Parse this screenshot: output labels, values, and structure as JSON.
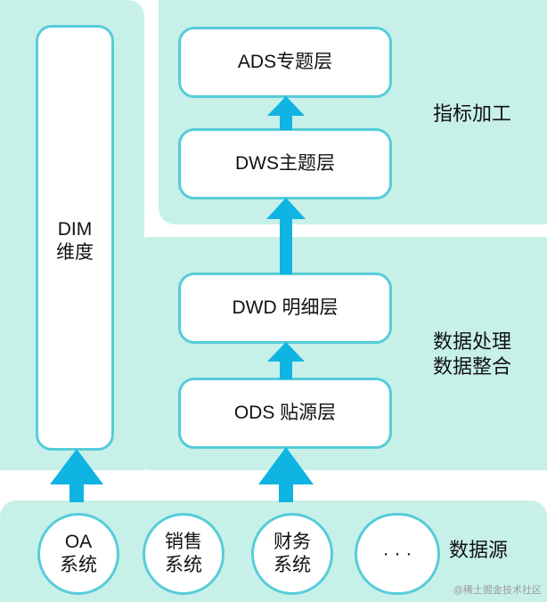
{
  "colors": {
    "panel": "#c7f1e8",
    "border": "#56ccd9",
    "arrow": "#10b4e3",
    "box_fill": "#ffffff"
  },
  "layers": {
    "ads": "ADS专题层",
    "dws": "DWS主题层",
    "dwd": "DWD 明细层",
    "ods": "ODS 贴源层"
  },
  "dim": {
    "line1": "DIM",
    "line2": "维度"
  },
  "groups": {
    "indicator": "指标加工",
    "processing_line1": "数据处理",
    "processing_line2": "数据整合",
    "sources": "数据源"
  },
  "sources": [
    {
      "line1": "OA",
      "line2": "系统"
    },
    {
      "line1": "销售",
      "line2": "系统"
    },
    {
      "line1": "财务",
      "line2": "系统"
    },
    {
      "line1": "· · ·",
      "line2": ""
    }
  ],
  "watermark": "@稀土掘金技术社区"
}
